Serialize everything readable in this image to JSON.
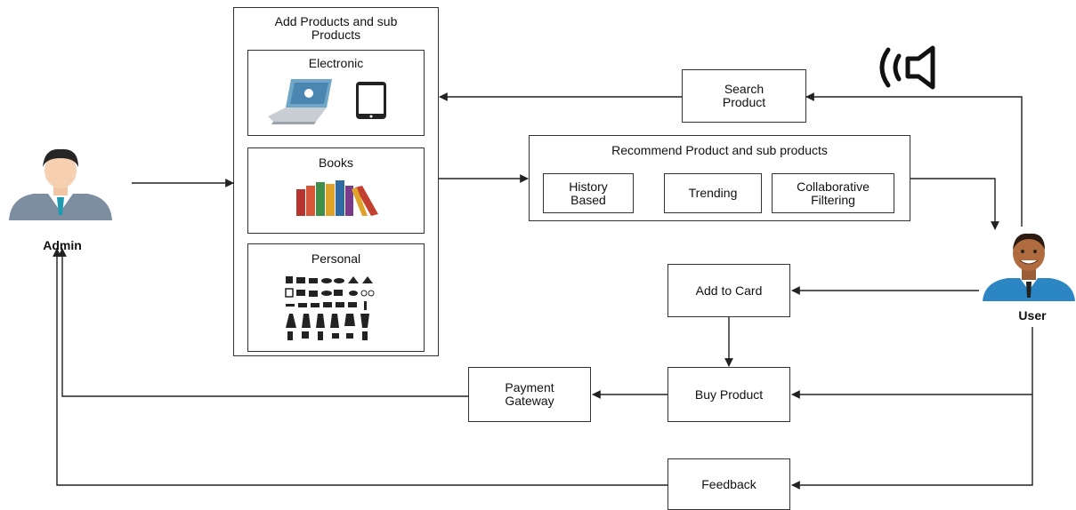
{
  "products_panel": {
    "title_line1": "Add Products and sub",
    "title_line2": "Products",
    "electronic": "Electronic",
    "books": "Books",
    "personal": "Personal"
  },
  "recommend_panel": {
    "title": "Recommend Product and sub products",
    "history_line1": "History",
    "history_line2": "Based",
    "trending": "Trending",
    "collab_line1": "Collaborative",
    "collab_line2": "Filtering"
  },
  "search": {
    "line1": "Search",
    "line2": "Product"
  },
  "add_to_card": "Add to Card",
  "buy_product": "Buy Product",
  "payment": {
    "line1": "Payment",
    "line2": "Gateway"
  },
  "feedback": "Feedback",
  "admin_label": "Admin",
  "user_label": "User",
  "icons": {
    "admin": "admin-avatar-icon",
    "user": "user-avatar-icon",
    "voice": "voice-speaker-icon",
    "laptop": "laptop-icon",
    "tablet": "tablet-icon",
    "books": "books-icon",
    "personal": "personal-items-icon"
  }
}
